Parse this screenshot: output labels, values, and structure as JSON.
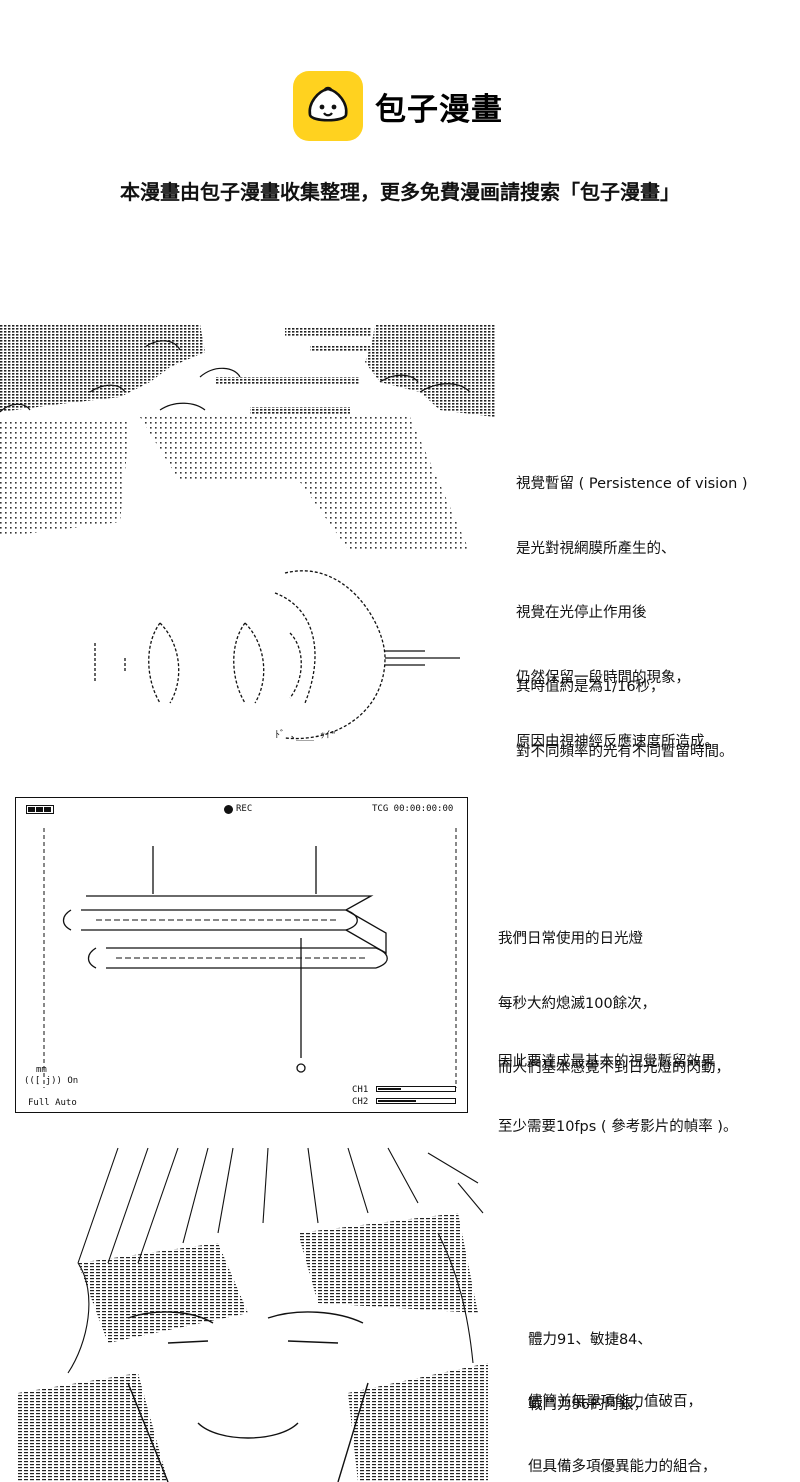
{
  "header": {
    "brand": "包子漫畫",
    "logo_icon": "steamed-bun-icon",
    "accent_color": "#FFD21F",
    "tagline": "本漫畫由包子漫畫收集整理，更多免費漫画請搜索「包子漫畫」"
  },
  "panel1": {
    "lines": [
      "視覺暫留 ( Persistence of vision )",
      "是光對視網膜所產生的、",
      "視覺在光停止作用後",
      "仍然保留一段時間的現象，",
      "原因由視神經反應速度所造成。"
    ]
  },
  "panel2": {
    "lines": [
      "其時值約是為1/16秒，",
      "對不同頻率的光有不同暫留時間。"
    ],
    "art_caption": "ﾄﾞ ､___ ｯｲ\""
  },
  "panel3": {
    "camera": {
      "rec_label": "REC",
      "timecode": "TCG  00:00:00:00",
      "mode": "Full Auto",
      "zoom_mark": "mm",
      "stabilizer": "(([ j)) On",
      "ch1_label": "CH1",
      "ch2_label": "CH2",
      "ch1_level": 0.3,
      "ch2_level": 0.5
    },
    "lines_a": [
      "我們日常使用的日光燈",
      "每秒大約熄滅100餘次，",
      "而人們基本感覺不到日光燈的閃動，"
    ],
    "lines_b": [
      "因此要達成最基本的視覺暫留效果",
      "至少需要10fps ( 參考影片的幀率 )。"
    ]
  },
  "panel4": {
    "lines_a": [
      "體力91、敏捷84、",
      "戰鬥力96的阿銀，"
    ],
    "lines_b": [
      "儘管並無單項能力值破百，",
      "但具備多項優異能力的組合，"
    ]
  }
}
